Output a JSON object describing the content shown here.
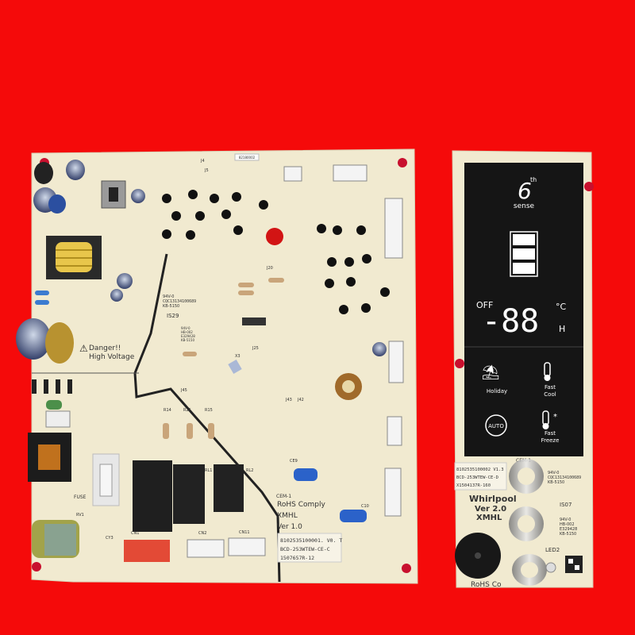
{
  "colors": {
    "background": "#f50a0a",
    "pcb": "#f1ead0",
    "display_panel": "#151515",
    "display_text": "#ffffff"
  },
  "main_board": {
    "danger_line1": "Danger!!",
    "danger_line2": "High Voltage",
    "rohs": "RoHS Comply",
    "maker": "XMHL",
    "version": "Ver 1.0",
    "label_line1": "8102535100001. V0. T",
    "label_line2": "BCD-253WTEW-CE-C",
    "label_line3": "1507657R-12",
    "sticker": "82180002",
    "fuse": "FUSE",
    "cem": "CEM-1",
    "ic_top": "CQC13134100689",
    "ic_mid": "KB-5150",
    "cert_line1": "94V-0",
    "cert_line2": "HB-002",
    "cert_line3": "E329428",
    "cert_line4": "KB-5150",
    "ic_top_second": "IS29",
    "labels": {
      "j45": "J45",
      "j43": "J43",
      "j42": "J42",
      "j20": "J20",
      "j25": "J25",
      "r14": "R14",
      "r25": "R25",
      "r15": "R15",
      "rv1": "RV1",
      "cy3": "CY3",
      "cn1": "CN1",
      "cn2": "CN2",
      "cn11": "CN11",
      "rl1": "RL1",
      "rl2": "RL2",
      "ce9": "CE9",
      "c10": "C10",
      "x3": "X3",
      "j4": "J4",
      "j5": "J5"
    }
  },
  "display_board": {
    "logo_number": "6",
    "logo_super": "th",
    "logo_word": "sense",
    "off_label": "OFF",
    "digits": "-88",
    "unit_c": "°C",
    "unit_h": "H",
    "btn_holiday": "Holiday",
    "btn_fast_cool_1": "Fast",
    "btn_fast_cool_2": "Cool",
    "btn_auto": "AUTO",
    "btn_fast_freeze_1": "Fast",
    "btn_fast_freeze_2": "Freeze",
    "label_line1": "8102535100002  V1.3",
    "label_line2": "BCD-253WTEW-CE-D",
    "label_line3": "X1504137R-160",
    "brand": "Whirlpool",
    "version": "Ver 2.0",
    "maker": "XMHL",
    "rohs": "RoHS Co",
    "cem": "CEM-1",
    "led": "LED2",
    "cert_top": "94V-0",
    "cert_code": "CQC13134100689",
    "cert_kb": "KB-5150",
    "cert_line2": "HB-002",
    "cert_line3": "E329428",
    "cert_line4": "KB-5150",
    "isot": "IS07"
  }
}
